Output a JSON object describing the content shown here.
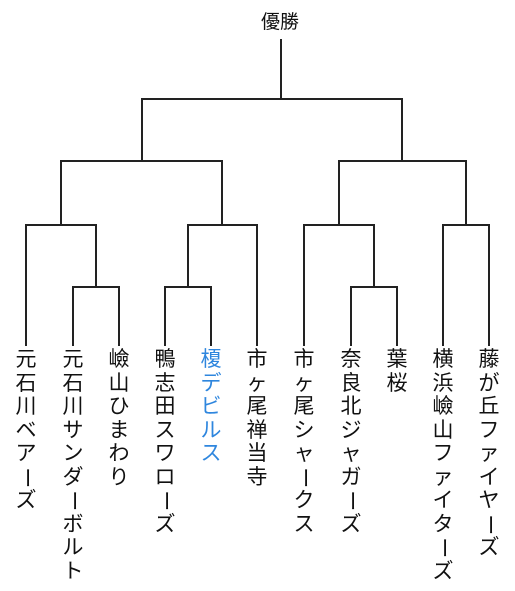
{
  "bracket": {
    "champion_label": "優勝",
    "highlight_color": "#2e86de",
    "teams": [
      {
        "name": "元石川ベアーズ",
        "highlighted": false
      },
      {
        "name": "元石川サンダーボルト",
        "highlighted": false
      },
      {
        "name": "嶮山ひまわり",
        "highlighted": false
      },
      {
        "name": "鴨志田スワローズ",
        "highlighted": false
      },
      {
        "name": "榎デビルス",
        "highlighted": true
      },
      {
        "name": "市ヶ尾禅当寺",
        "highlighted": false
      },
      {
        "name": "市ヶ尾シャークス",
        "highlighted": false
      },
      {
        "name": "奈良北ジャガーズ",
        "highlighted": false
      },
      {
        "name": "葉桜",
        "highlighted": false
      },
      {
        "name": "横浜嶮山ファイターズ",
        "highlighted": false
      },
      {
        "name": "藤が丘ファイヤーズ",
        "highlighted": false
      }
    ]
  }
}
